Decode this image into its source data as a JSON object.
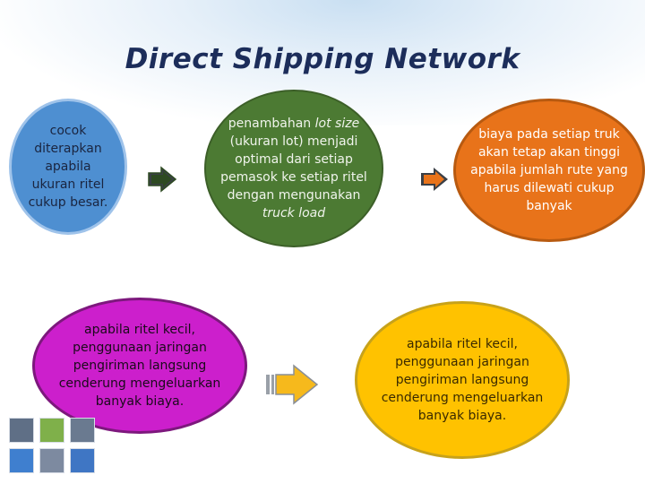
{
  "title": "Direct Shipping Network",
  "nodes": {
    "blue": "cocok diterapkan apabila ukuran ritel cukup besar.",
    "green_parts": [
      {
        "text": "penambahan ",
        "italic": false
      },
      {
        "text": "lot size",
        "italic": true
      },
      {
        "text": " (ukuran lot) menjadi optimal dari setiap pemasok ke setiap ritel dengan mengunakan ",
        "italic": false
      },
      {
        "text": "truck load",
        "italic": true
      }
    ],
    "orange": "biaya pada setiap truk akan tetap akan tinggi apabila jumlah rute yang harus dilewati cukup banyak",
    "purple": "apabila ritel kecil, penggunaan jaringan pengiriman langsung cenderung mengeluarkan banyak biaya.",
    "yellow": "apabila ritel kecil, penggunaan jaringan pengiriman langsung cenderung mengeluarkan banyak biaya."
  },
  "colors": {
    "blue": "#4e8fd1",
    "green": "#4c7a33",
    "orange": "#e8731a",
    "purple": "#cc1fcc",
    "yellow": "#ffc200",
    "arrow_dark": "#2e4a22",
    "arrow_orange": "#e8731a",
    "arrow_yellow": "#f6b91c",
    "title": "#1c2d5a"
  },
  "icons": [
    "arrow-right-icon",
    "arrow-right-icon",
    "arrow-right-icon"
  ]
}
